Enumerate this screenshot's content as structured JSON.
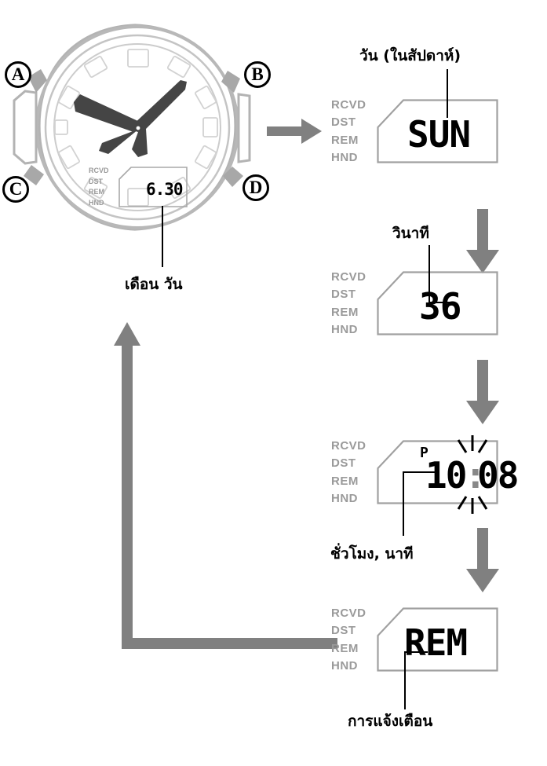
{
  "diagram": {
    "title_context": "Casio analog-digital watch mode cycle",
    "watch": {
      "name": "analog-digital-wristwatch",
      "buttons": [
        {
          "id": "A",
          "label": "A",
          "position": "top-left"
        },
        {
          "id": "B",
          "label": "B",
          "position": "top-right"
        },
        {
          "id": "C",
          "label": "C",
          "position": "bottom-left"
        },
        {
          "id": "D",
          "label": "D",
          "position": "bottom-right"
        }
      ],
      "lcd": {
        "indicators": [
          "RCVD",
          "DST",
          "REM",
          "HND"
        ],
        "value": "6.30"
      },
      "caption": "เดือน วัน",
      "analog": {
        "hour_hand_oclock": 10,
        "minute_hand_oclock": 1.5,
        "second_hand_oclock": 7
      }
    },
    "indicators": [
      "RCVD",
      "DST",
      "REM",
      "HND"
    ],
    "steps": [
      {
        "key": "day-of-week",
        "caption": "วัน (ในสัปดาห์)",
        "lcd_value": "SUN",
        "indicators": [
          "RCVD",
          "DST",
          "REM",
          "HND"
        ],
        "pm_flag": "",
        "blinking": false
      },
      {
        "key": "seconds",
        "caption": "วินาที",
        "lcd_value": "36",
        "indicators": [
          "RCVD",
          "DST",
          "REM",
          "HND"
        ],
        "pm_flag": "",
        "blinking": false
      },
      {
        "key": "hour-minute",
        "caption": "ชั่วโมง, นาที",
        "lcd_value": "10:08",
        "lcd_hours": "10",
        "lcd_colon": ":",
        "lcd_minutes": "08",
        "indicators": [
          "RCVD",
          "DST",
          "REM",
          "HND"
        ],
        "pm_flag": "P",
        "blinking": true
      },
      {
        "key": "reminder",
        "caption": "การแจ้งเตือน",
        "lcd_value": "REM",
        "indicators": [
          "RCVD",
          "DST",
          "REM",
          "HND"
        ],
        "pm_flag": "",
        "blinking": false
      }
    ],
    "colors": {
      "arrow": "#808080",
      "panel_border": "#9a9a9a",
      "indicator_text": "#9a9a9a",
      "lcd_text": "#000000",
      "caption_text": "#000000",
      "watch_outline": "#b0b0b0",
      "watch_hands": "#404040",
      "watch_button": "#a8a8a8",
      "background": "#ffffff"
    }
  }
}
